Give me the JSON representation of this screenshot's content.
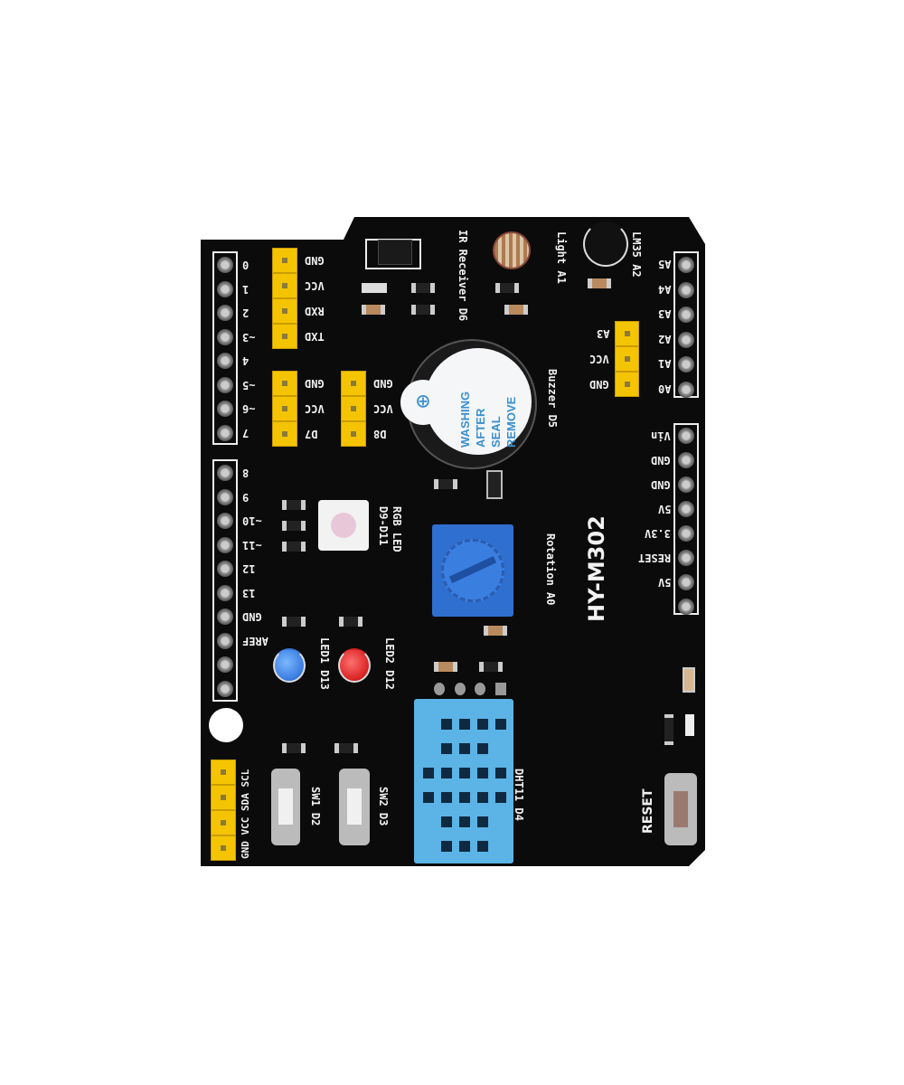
{
  "board": {
    "model": "HY-M302",
    "colors": {
      "pcb": "#0b0b0b",
      "header": "#f5c400",
      "dht": "#5bb3e6",
      "pot": "#2f6fd0",
      "silk": "#f2f2f2"
    },
    "left_digital_labels": [
      "0",
      "1",
      "2",
      "~3",
      "4",
      "~5",
      "~6",
      "7"
    ],
    "left_digital2_labels": [
      "8",
      "9",
      "~10",
      "~11",
      "12",
      "13",
      "GND",
      "AREF"
    ],
    "right_analog_labels": [
      "A5",
      "A4",
      "A3",
      "A2",
      "A1",
      "A0"
    ],
    "right_power_labels": [
      "Vin",
      "GND",
      "GND",
      "5V",
      "3.3V",
      "RESET",
      "5V"
    ],
    "uart_header_labels": [
      "GND",
      "VCC",
      "RXD",
      "TXD"
    ],
    "d7_header_labels": [
      "GND",
      "VCC",
      "D7"
    ],
    "d8_header_labels": [
      "GND",
      "VCC",
      "D8"
    ],
    "a3_header_labels": [
      "A3",
      "VCC",
      "GND"
    ],
    "i2c_header_label": "GND VCC SDA SCL",
    "ir_label": "IR Receiver D6",
    "light_label": "Light A1",
    "lm35_label": "LM35 A2",
    "buzzer_label": "Buzzer D5",
    "buzzer_sticker": [
      "REMOVE",
      "SEAL",
      "AFTER",
      "WASHING"
    ],
    "rgb_label": [
      "RGB LED",
      "D9-D11"
    ],
    "pot_label": "Rotation A0",
    "led1_label": "LED1 D13",
    "led2_label": "LED2 D12",
    "sw1_label": "SW1 D2",
    "sw2_label": "SW2 D3",
    "dht_label": "DHT11 D4",
    "reset_label": "RESET"
  }
}
